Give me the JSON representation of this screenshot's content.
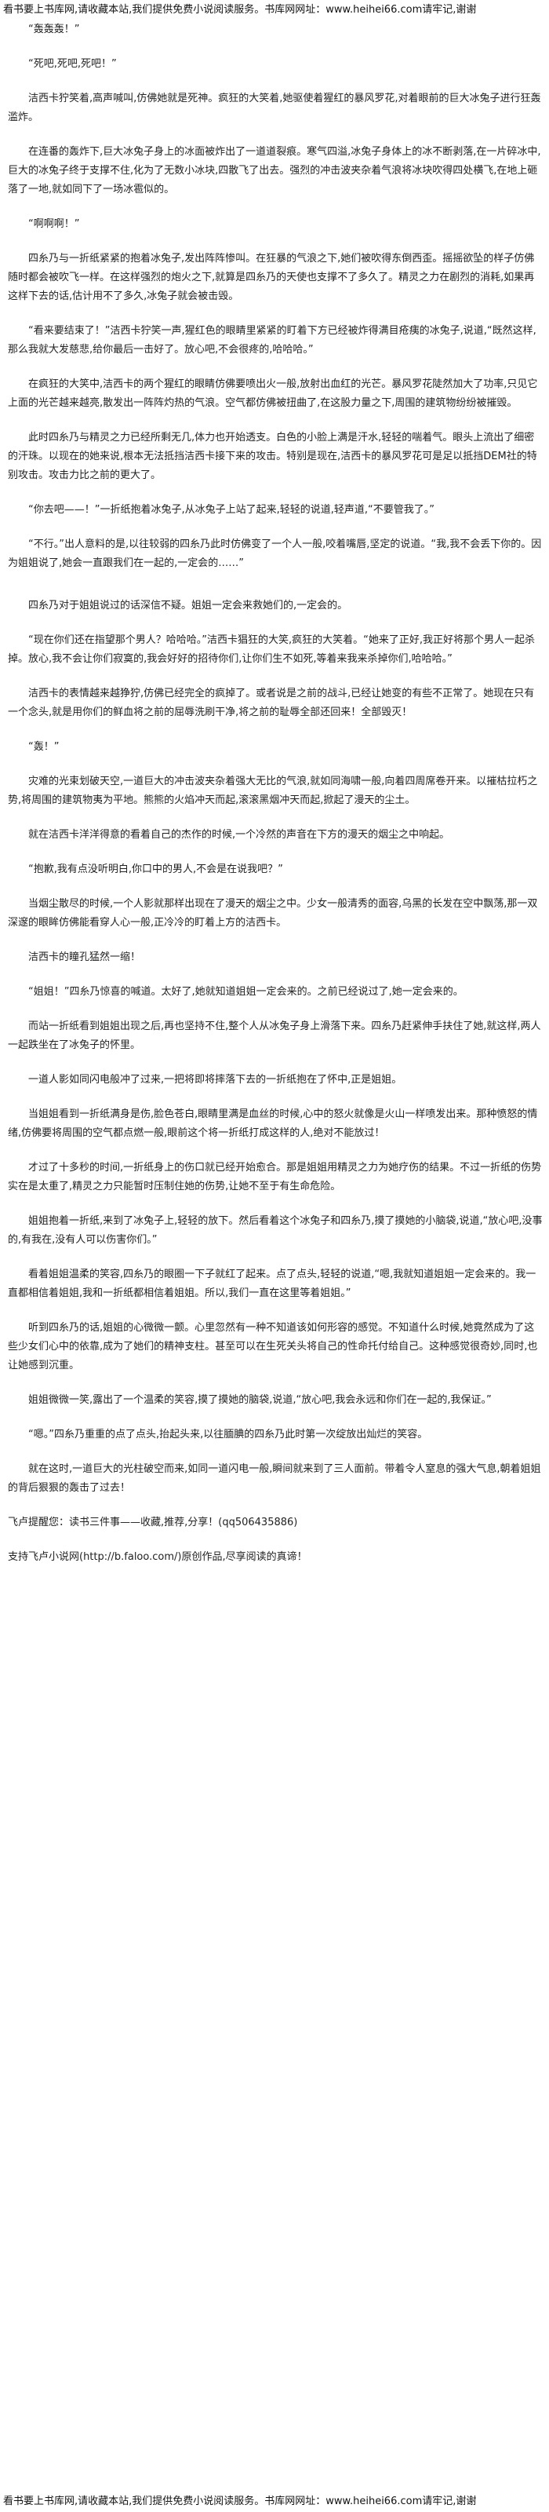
{
  "header_banner": "看书要上书库网,请收藏本站,我们提供免费小说阅读服务。书库网网址：www.heihei66.com请牢记,谢谢",
  "footer_banner": "看书要上书库网,请收藏本站,我们提供免费小说阅读服务。书库网网址：www.heihei66.com请牢记,谢谢",
  "paragraphs": [
    "“轰轰轰！”",
    "“死吧,死吧,死吧！”",
    "洁西卡狞笑着,高声喊叫,仿佛她就是死神。疯狂的大笑着,她驱使着猩红的暴风罗花,对着眼前的巨大冰兔子进行狂轰滥炸。",
    "在连番的轰炸下,巨大冰兔子身上的冰面被炸出了一道道裂痕。寒气四溢,冰兔子身体上的冰不断剥落,在一片碎冰中,巨大的冰兔子终于支撑不住,化为了无数小冰块,四散飞了出去。强烈的冲击波夹杂着气浪将冰块吹得四处横飞,在地上砸落了一地,就如同下了一场冰雹似的。",
    "“啊啊啊！”",
    "四糸乃与一折纸紧紧的抱着冰兔子,发出阵阵惨叫。在狂暴的气浪之下,她们被吹得东倒西歪。摇摇欲坠的样子仿佛随时都会被吹飞一样。在这样强烈的炮火之下,就算是四糸乃的天使也支撑不了多久了。精灵之力在剧烈的消耗,如果再这样下去的话,估计用不了多久,冰兔子就会被击毁。",
    "“看来要结束了！”洁西卡狞笑一声,猩红色的眼睛里紧紧的盯着下方已经被炸得满目疮痍的冰兔子,说道,“既然这样,那么我就大发慈悲,给你最后一击好了。放心吧,不会很疼的,哈哈哈。”",
    "在疯狂的大笑中,洁西卡的两个猩红的眼睛仿佛要喷出火一般,放射出血红的光芒。暴风罗花陡然加大了功率,只见它上面的光芒越来越亮,散发出一阵阵灼热的气浪。空气都仿佛被扭曲了,在这股力量之下,周围的建筑物纷纷被摧毁。",
    "此时四糸乃与精灵之力已经所剩无几,体力也开始透支。白色的小脸上满是汗水,轻轻的喘着气。眼头上流出了细密的汗珠。以现在的她来说,根本无法抵挡洁西卡接下来的攻击。特别是现在,洁西卡的暴风罗花可是足以抵挡DEM社的特别攻击。攻击力比之前的更大了。",
    "“你去吧——！”一折纸抱着冰兔子,从冰兔子上站了起来,轻轻的说道,轻声道,“不要管我了。”",
    "“不行。”出人意料的是,以往较弱的四糸乃此时仿佛变了一个人一般,咬着嘴唇,坚定的说道。“我,我不会丢下你的。因为姐姐说了,她会一直跟我们在一起的,一定会的……”",
    "四糸乃对于姐姐说过的话深信不疑。姐姐一定会来救她们的,一定会的。",
    "“现在你们还在指望那个男人？哈哈哈。”洁西卡猖狂的大笑,疯狂的大笑着。“她来了正好,我正好将那个男人一起杀掉。放心,我不会让你们寂寞的,我会好好的招待你们,让你们生不如死,等着来我来杀掉你们,哈哈哈。”",
    "洁西卡的表情越来越狰狞,仿佛已经完全的疯掉了。或者说是之前的战斗,已经让她变的有些不正常了。她现在只有一个念头,就是用你们的鲜血将之前的屈辱洗刷干净,将之前的耻辱全部还回来！全部毁灭！",
    "“轰！”",
    "灾难的光束划破天空,一道巨大的冲击波夹杂着强大无比的气浪,就如同海啸一般,向着四周席卷开来。以摧枯拉朽之势,将周围的建筑物夷为平地。熊熊的火焰冲天而起,滚滚黑烟冲天而起,掀起了漫天的尘土。",
    "就在洁西卡洋洋得意的看着自己的杰作的时候,一个冷然的声音在下方的漫天的烟尘之中响起。",
    "“抱歉,我有点没听明白,你口中的男人,不会是在说我吧？”",
    "当烟尘散尽的时候,一个人影就那样出现在了漫天的烟尘之中。少女一般清秀的面容,乌黑的长发在空中飘荡,那一双深邃的眼眸仿佛能看穿人心一般,正冷冷的盯着上方的洁西卡。",
    "洁西卡的瞳孔猛然一缩！",
    "“姐姐！”四糸乃惊喜的喊道。太好了,她就知道姐姐一定会来的。之前已经说过了,她一定会来的。",
    "而站一折纸看到姐姐出现之后,再也坚持不住,整个人从冰兔子身上滑落下来。四糸乃赶紧伸手扶住了她,就这样,两人一起跌坐在了冰兔子的怀里。",
    "一道人影如同闪电般冲了过来,一把将即将摔落下去的一折纸抱在了怀中,正是姐姐。",
    "当姐姐看到一折纸满身是伤,脸色苍白,眼睛里满是血丝的时候,心中的怒火就像是火山一样喷发出来。那种愤怒的情绪,仿佛要将周围的空气都点燃一般,眼前这个将一折纸打成这样的人,绝对不能放过！",
    "才过了十多秒的时间,一折纸身上的伤口就已经开始愈合。那是姐姐用精灵之力为她疗伤的结果。不过一折纸的伤势实在是太重了,精灵之力只能暂时压制住她的伤势,让她不至于有生命危险。",
    "姐姐抱着一折纸,来到了冰兔子上,轻轻的放下。然后看着这个冰兔子和四糸乃,摸了摸她的小脑袋,说道,“放心吧,没事的,有我在,没有人可以伤害你们。”",
    "看着姐姐温柔的笑容,四糸乃的眼圈一下子就红了起来。点了点头,轻轻的说道,“嗯,我就知道姐姐一定会来的。我一直都相信着姐姐,我和一折纸都相信着姐姐。所以,我们一直在这里等着姐姐。”",
    "听到四糸乃的话,姐姐的心微微一颤。心里忽然有一种不知道该如何形容的感觉。不知道什么时候,她竟然成为了这些少女们心中的依靠,成为了她们的精神支柱。甚至可以在生死关头将自己的性命托付给自己。这种感觉很奇妙,同时,也让她感到沉重。",
    "姐姐微微一笑,露出了一个温柔的笑容,摸了摸她的脑袋,说道,“放心吧,我会永远和你们在一起的,我保证。”",
    "“嗯。”四糸乃重重的点了点头,抬起头来,以往腼腆的四糸乃此时第一次绽放出灿烂的笑容。",
    "就在这时,一道巨大的光柱破空而来,如同一道闪电一般,瞬间就来到了三人面前。带着令人窒息的强大气息,朝着姐姐的背后狠狠的轰击了过去！",
    "飞卢提醒您：读书三件事——收藏,推荐,分享！(qq506435886)",
    "支持飞卢小说网(http://b.faloo.com/)原创作品,尽享阅读的真谛！"
  ]
}
